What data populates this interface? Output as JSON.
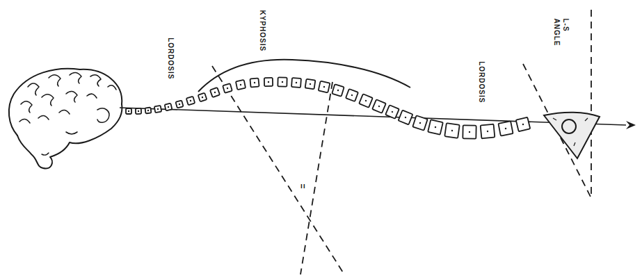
{
  "diagram": {
    "labels": [
      "LORDOSIS",
      "KYPHOSIS",
      "LORDOSIS",
      "L-S ANGLE",
      "="
    ]
  }
}
